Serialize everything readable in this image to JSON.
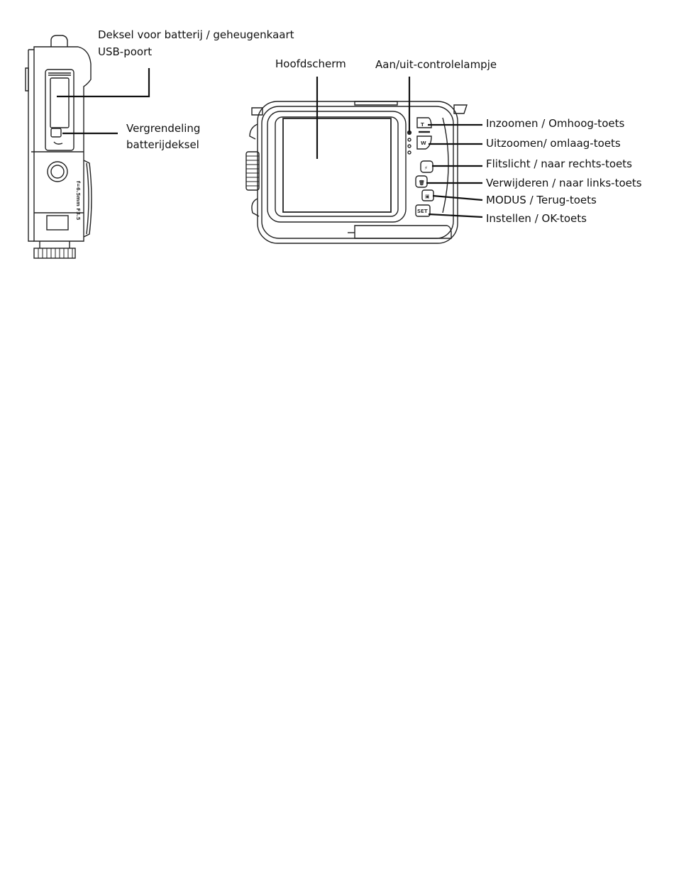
{
  "side_view": {
    "labels": {
      "battery_card_cover": "Deksel voor batterij / geheugenkaart",
      "usb_port": "USB-poort",
      "battery_cover_lock_line1": "Vergrendeling",
      "battery_cover_lock_line2": "batterijdeksel"
    },
    "lens_text": "f=6.5mm F3.5"
  },
  "back_view": {
    "labels": {
      "main_screen": "Hoofdscherm",
      "power_led": "Aan/uit-controlelampje",
      "zoom_in_up": "Inzoomen / Omhoog-toets",
      "zoom_out_down": "Uitzoomen/ omlaag-toets",
      "flash_right": "Flitslicht / naar rechts-toets",
      "delete_left": "Verwijderen / naar links-toets",
      "mode_back": "MODUS / Terug-toets",
      "set_ok": "Instellen / OK-toets"
    },
    "button_glyphs": {
      "tele": "T",
      "wide": "W",
      "flash": "⚡",
      "delete": "🗑",
      "mode": "▣",
      "set": "SET"
    }
  }
}
